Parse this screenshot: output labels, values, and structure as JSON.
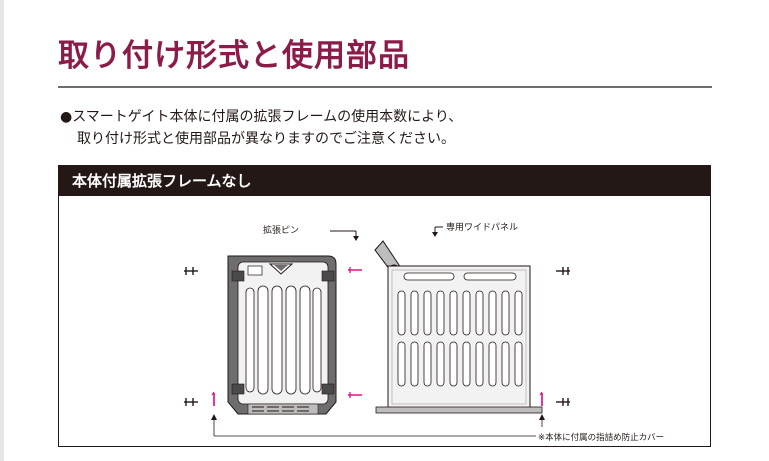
{
  "title": "取り付け形式と使用部品",
  "description": {
    "line1": "●スマートゲイト本体に付属の拡張フレームの使用本数により、",
    "line2": "取り付け形式と使用部品が異なりますのでご注意ください。"
  },
  "section": {
    "header": "本体付属拡張フレームなし"
  },
  "diagram": {
    "label_pin": "拡張ピン",
    "label_panel": "専用ワイドパネル",
    "label_cover": "※本体に付属の指詰め防止カバー"
  },
  "colors": {
    "title": "#8b1c4a",
    "header_bg": "#231815",
    "accent_pink": "#e4007f"
  }
}
